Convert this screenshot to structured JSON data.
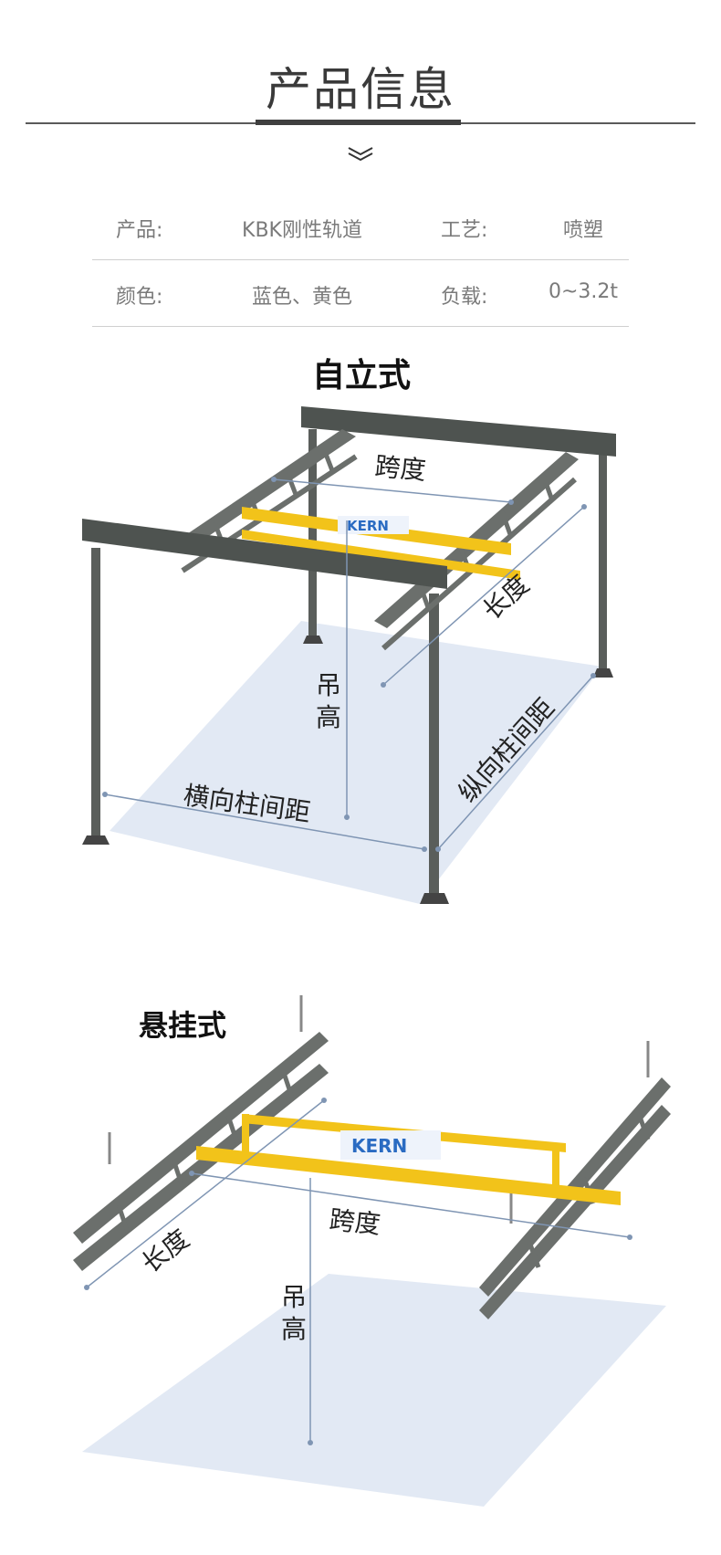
{
  "header": {
    "title": "产品信息"
  },
  "specs": [
    {
      "label1": "产品:",
      "value1": "KBK刚性轨道",
      "label2": "工艺:",
      "value2": "喷塑"
    },
    {
      "label1": "颜色:",
      "value1": "蓝色、黄色",
      "label2": "负载:",
      "value2": "0~3.2t"
    }
  ],
  "freestanding": {
    "title": "自立式",
    "span_label": "跨度",
    "length_label": "长度",
    "lift_label_1": "吊",
    "lift_label_2": "高",
    "cross_col_label": "横向柱间距",
    "long_col_label": "纵向柱间距",
    "brand": "KERN"
  },
  "suspended": {
    "title": "悬挂式",
    "span_label": "跨度",
    "length_label": "长度",
    "lift_label_1": "吊",
    "lift_label_2": "高",
    "brand": "KERN"
  },
  "colors": {
    "rail": "#5a5e5b",
    "bridge": "#f2c31a",
    "floor": "#dde5f2",
    "dim": "#7f95b3"
  }
}
